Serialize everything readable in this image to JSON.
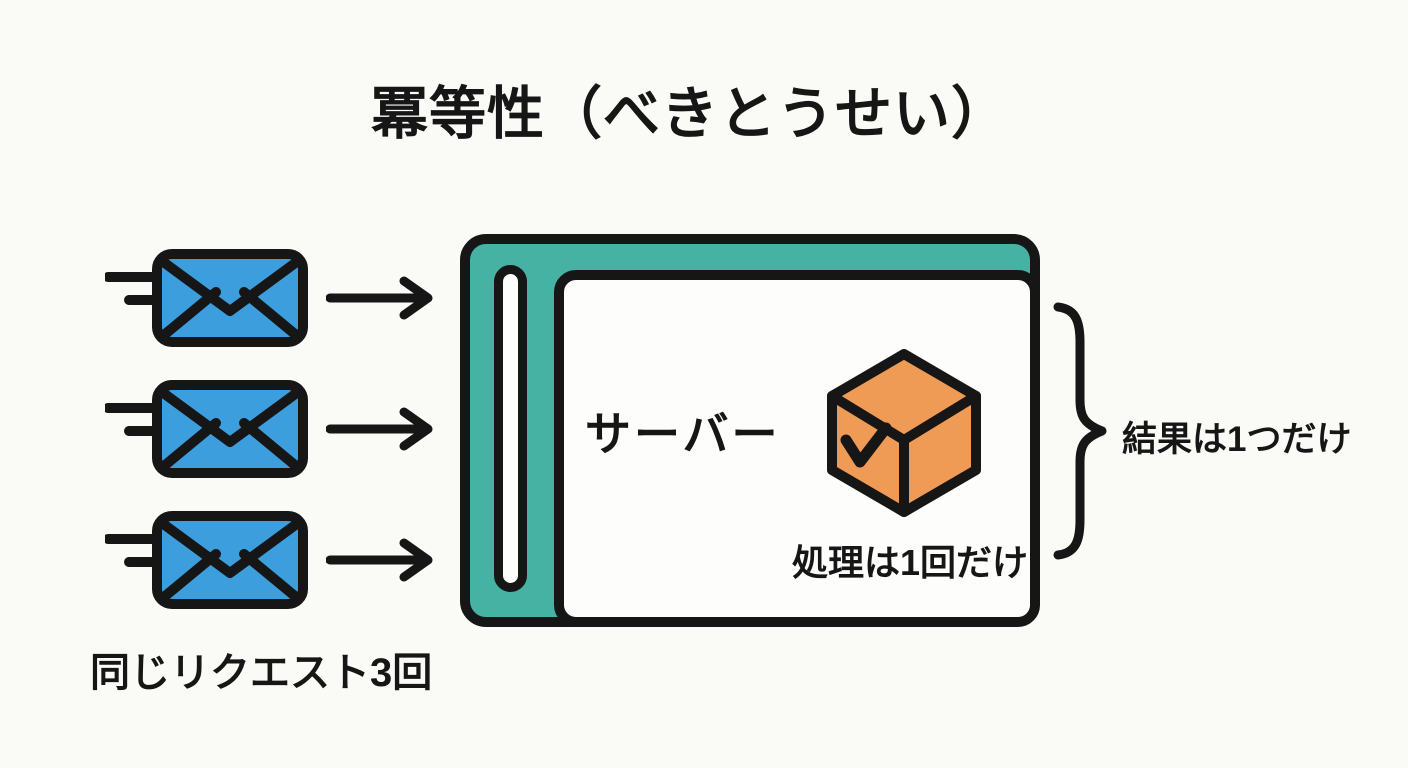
{
  "title": "冪等性（べきとうせい）",
  "requests": {
    "caption": "同じリクエスト3回",
    "count": 3,
    "icon": "envelope-icon"
  },
  "server": {
    "label": "サーバー",
    "processing_note": "処理は1回だけ",
    "icon": "cube-check-icon"
  },
  "result": {
    "caption": "結果は1つだけ"
  },
  "colors": {
    "background": "#FAFAF6",
    "outline": "#161616",
    "envelope_blue": "#3D9EDE",
    "server_teal": "#45B2A3",
    "cube_orange": "#F09B55",
    "panel_white": "#FDFDFB"
  }
}
